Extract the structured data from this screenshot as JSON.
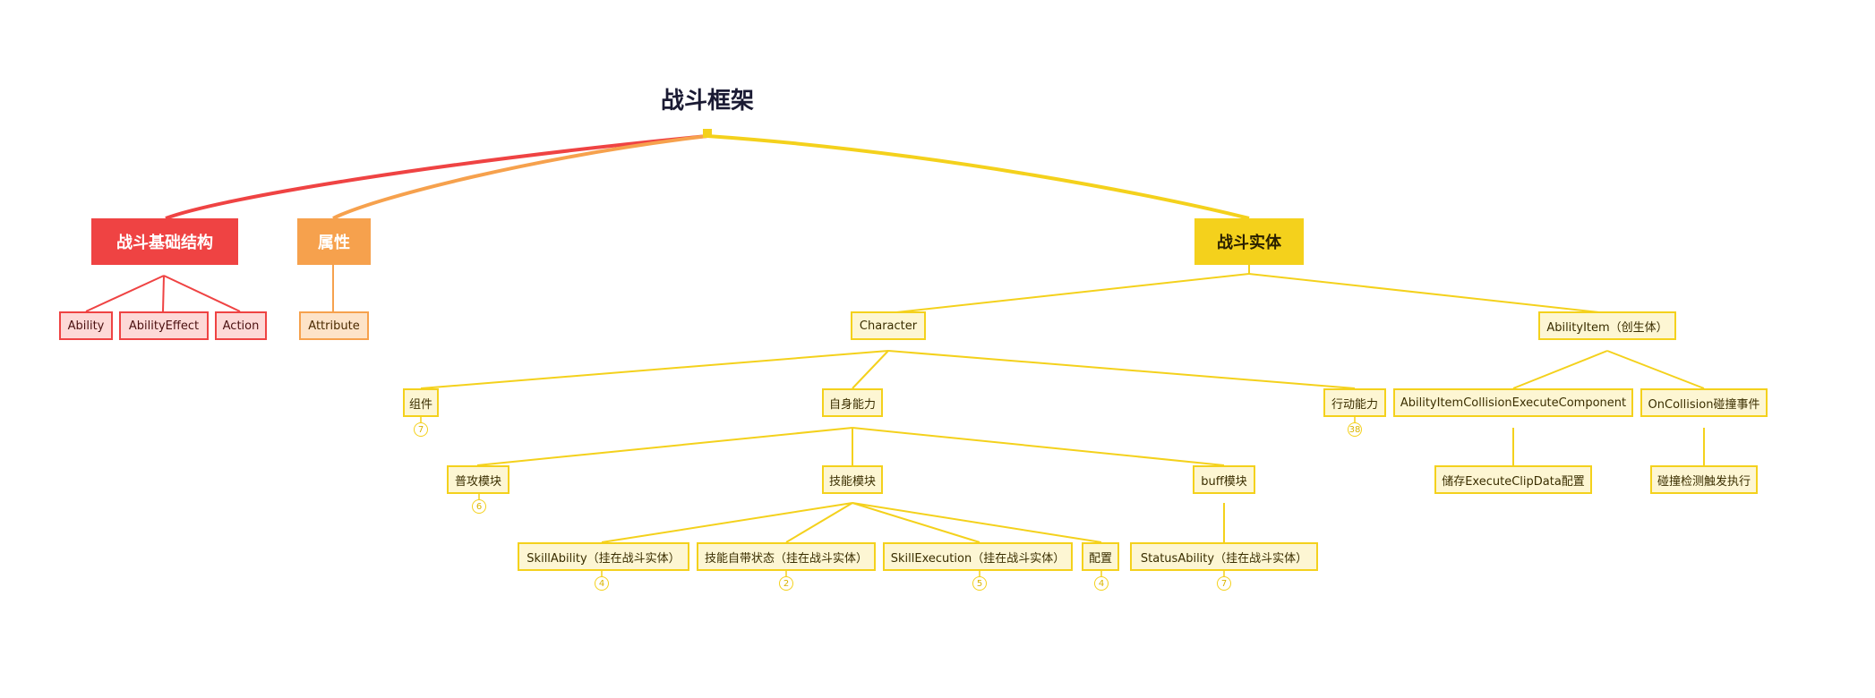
{
  "title": "战斗框架",
  "colors": {
    "red": "#ef4343",
    "orange": "#f6a14d",
    "yellow": "#f4d11c"
  },
  "branches": {
    "basic": {
      "label": "战斗基础结构",
      "children": [
        "Ability",
        "AbilityEffect",
        "Action"
      ]
    },
    "attribute": {
      "label": "属性",
      "children": [
        "Attribute"
      ]
    },
    "entity": {
      "label": "战斗实体",
      "character": {
        "label": "Character",
        "component": {
          "label": "组件",
          "count": "7"
        },
        "self_ability": {
          "label": "自身能力",
          "normal_attack": {
            "label": "普攻模块",
            "count": "6"
          },
          "skill": {
            "label": "技能模块",
            "skill_ability": {
              "label": "SkillAbility（挂在战斗实体）",
              "count": "4"
            },
            "skill_state": {
              "label": "技能自带状态（挂在战斗实体）",
              "count": "2"
            },
            "skill_execution": {
              "label": "SkillExecution（挂在战斗实体）",
              "count": "5"
            },
            "config": {
              "label": "配置",
              "count": "4"
            }
          },
          "buff": {
            "label": "buff模块",
            "status_ability": {
              "label": "StatusAbility（挂在战斗实体）",
              "count": "7"
            }
          }
        },
        "action_ability": {
          "label": "行动能力",
          "count": "38"
        }
      },
      "ability_item": {
        "label": "AbilityItem（创生体）",
        "collision_component": {
          "label": "AbilityItemCollisionExecuteComponent",
          "child": "储存ExecuteClipData配置"
        },
        "on_collision": {
          "label": "OnCollision碰撞事件",
          "child": "碰撞检测触发执行"
        }
      }
    }
  }
}
